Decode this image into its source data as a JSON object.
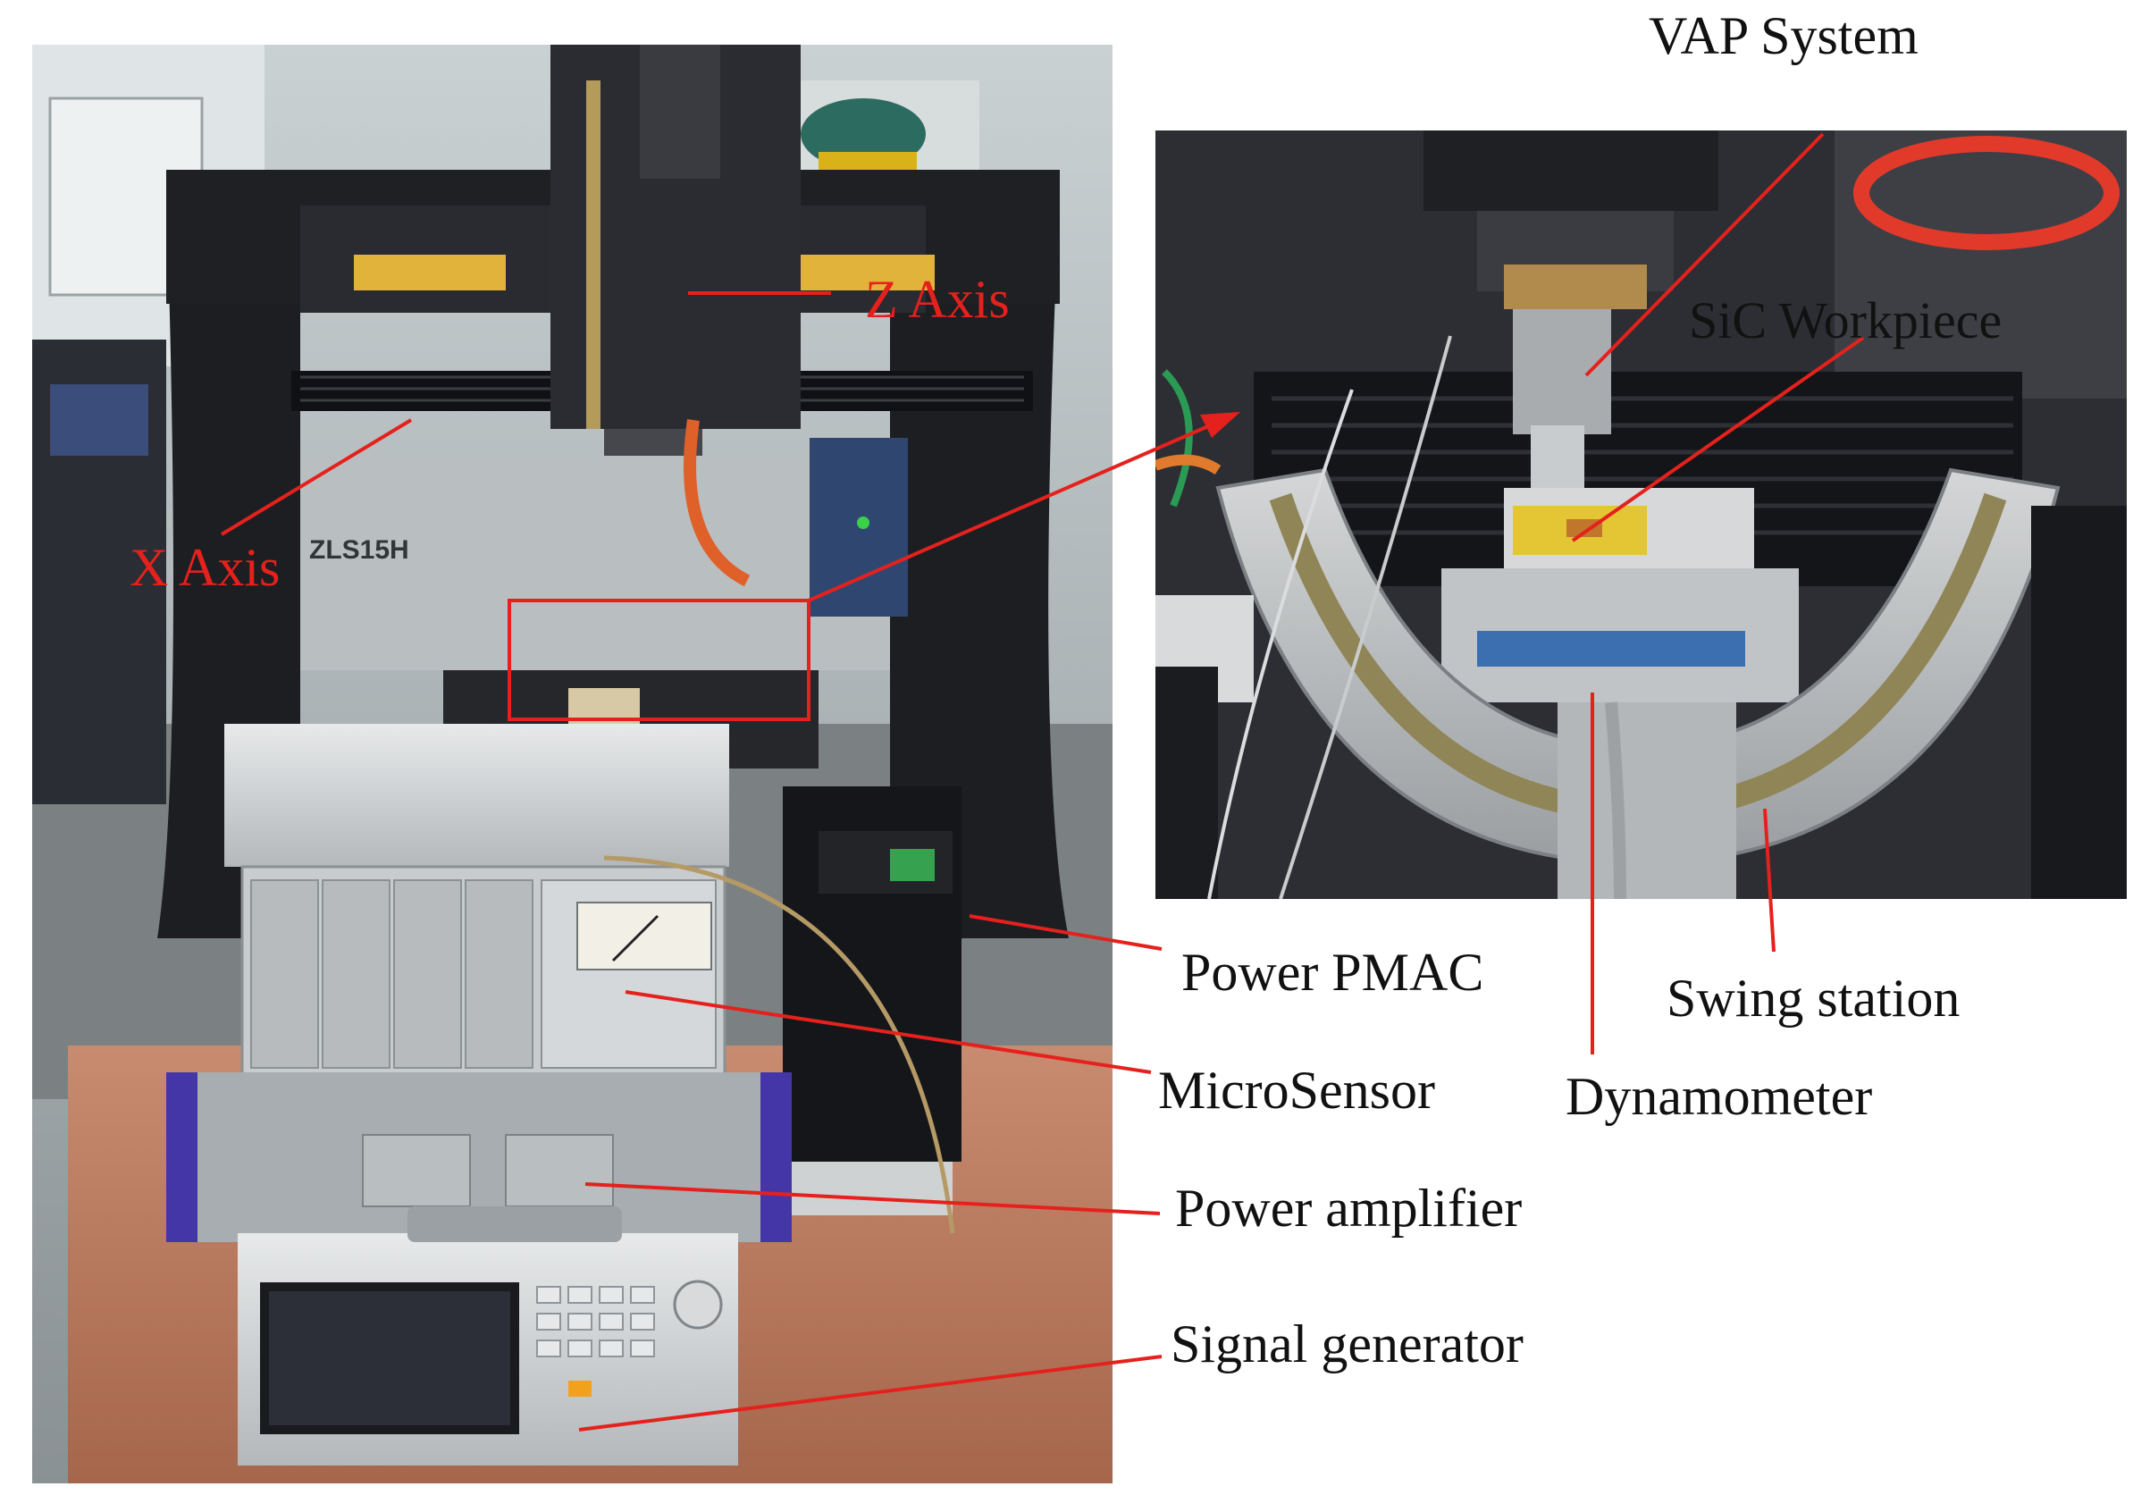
{
  "labels": {
    "vap_system": "VAP System",
    "z_axis": "Z Axis",
    "x_axis": "X Axis",
    "sic_workpiece": "SiC Workpiece",
    "power_pmac": "Power PMAC",
    "swing_station": "Swing station",
    "microsensor": "MicroSensor",
    "dynamometer": "Dynamometer",
    "power_amplifier": "Power amplifier",
    "signal_generator": "Signal generator"
  },
  "photo_text": {
    "machine_model": "ZLS15H"
  },
  "colors": {
    "annotation": "#e5211d",
    "label_text": "#111111",
    "background": "#ffffff"
  }
}
